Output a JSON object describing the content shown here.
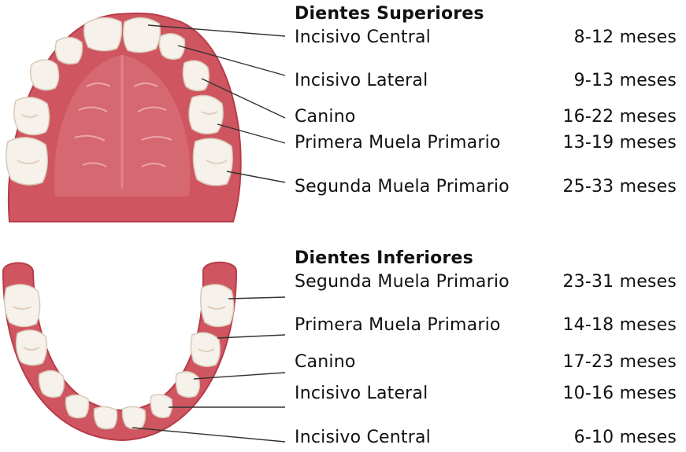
{
  "colors": {
    "gum": "#cf5560",
    "gum_dark": "#b63c49",
    "gum_light": "#e9959b",
    "tooth": "#f6f1ea",
    "tooth_shade": "#e7dccf",
    "leader": "#333333",
    "text": "#111111"
  },
  "upper": {
    "heading": "Dientes Superiores",
    "teeth": [
      {
        "name": "Incisivo Central",
        "age": "8-12 meses"
      },
      {
        "name": "Incisivo Lateral",
        "age": "9-13 meses"
      },
      {
        "name": "Canino",
        "age": "16-22 meses"
      },
      {
        "name": "Primera Muela Primario",
        "age": "13-19 meses"
      },
      {
        "name": "Segunda Muela Primario",
        "age": "25-33 meses"
      }
    ]
  },
  "lower": {
    "heading": "Dientes Inferiores",
    "teeth": [
      {
        "name": "Segunda Muela Primario",
        "age": "23-31 meses"
      },
      {
        "name": "Primera Muela Primario",
        "age": "14-18 meses"
      },
      {
        "name": "Canino",
        "age": "17-23 meses"
      },
      {
        "name": "Incisivo Lateral",
        "age": "10-16 meses"
      },
      {
        "name": "Incisivo Central",
        "age": "6-10 meses"
      }
    ]
  }
}
